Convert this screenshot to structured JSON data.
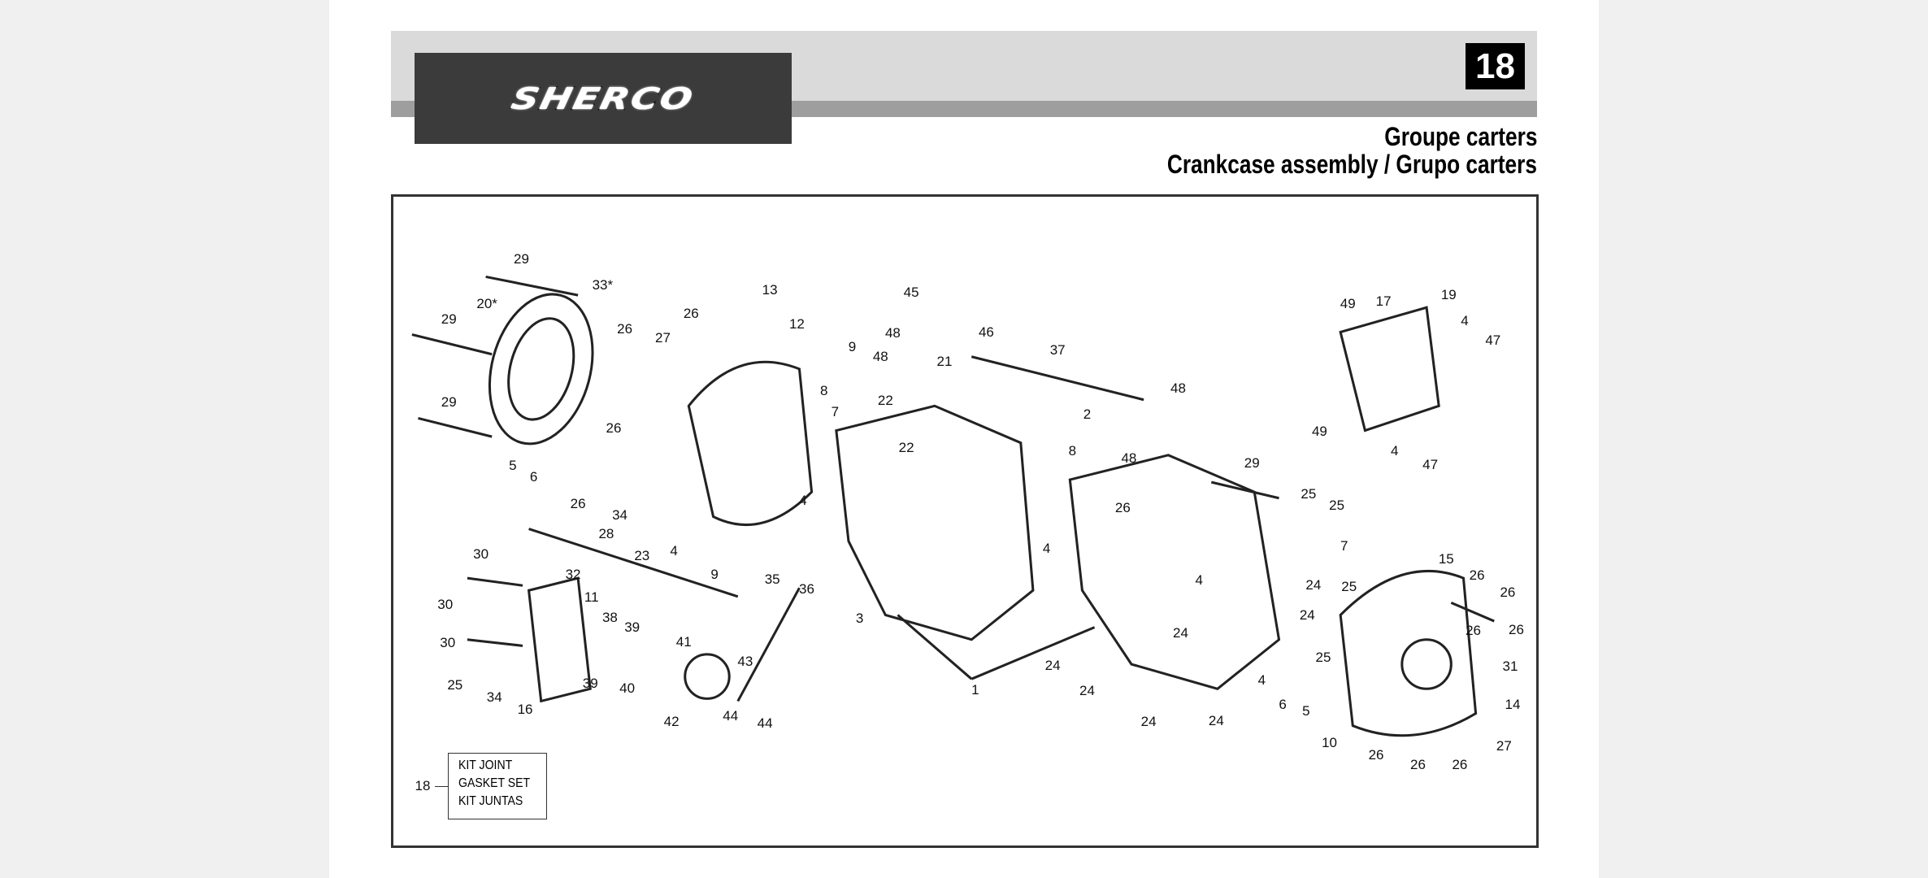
{
  "header": {
    "brand": "SHERCO",
    "page_number": "18",
    "title_fr": "Groupe carters",
    "title_multi": "Crankcase assembly / Grupo carters"
  },
  "kit": {
    "ref": "18",
    "lines": [
      "KIT JOINT",
      "GASKET SET",
      "KIT JUNTAS"
    ]
  },
  "callouts": [
    "29",
    "33*",
    "20*",
    "29",
    "26",
    "27",
    "26",
    "13",
    "12",
    "9",
    "48",
    "48",
    "45",
    "21",
    "46",
    "37",
    "29",
    "8",
    "7",
    "22",
    "22",
    "2",
    "8",
    "48",
    "48",
    "5",
    "6",
    "26",
    "26",
    "34",
    "28",
    "23",
    "4",
    "9",
    "4",
    "35",
    "36",
    "3",
    "4",
    "26",
    "29",
    "25",
    "25",
    "7",
    "24",
    "24",
    "25",
    "4",
    "24",
    "24",
    "24",
    "24",
    "24",
    "4",
    "6",
    "5",
    "25",
    "1",
    "49",
    "17",
    "19",
    "4",
    "47",
    "49",
    "4",
    "47",
    "15",
    "26",
    "26",
    "26",
    "26",
    "31",
    "14",
    "27",
    "10",
    "26",
    "26",
    "26",
    "30",
    "32",
    "30",
    "11",
    "38",
    "39",
    "30",
    "25",
    "34",
    "16",
    "39",
    "40",
    "41",
    "43",
    "42",
    "44",
    "44"
  ]
}
